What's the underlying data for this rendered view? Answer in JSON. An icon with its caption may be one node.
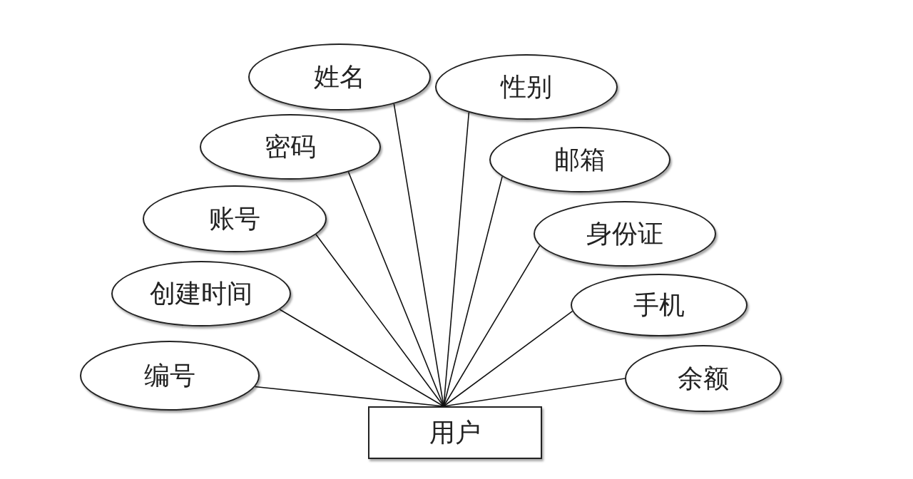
{
  "diagram": {
    "nodes": [
      {
        "text": [
          "姓名"
        ]
      },
      {
        "text": [
          "性别"
        ]
      },
      {
        "text": [
          "密码"
        ]
      },
      {
        "text": [
          "邮箱"
        ]
      },
      {
        "text": [
          "账号"
        ]
      },
      {
        "text": [
          "身份证"
        ]
      },
      {
        "text": [
          "创建时间"
        ]
      },
      {
        "text": [
          "手机"
        ]
      },
      {
        "text": [
          "编号"
        ]
      },
      {
        "text": [
          "余额"
        ]
      },
      {
        "text": [
          "用户"
        ]
      }
    ],
    "edges": [
      {
        "from": 10,
        "to": 0,
        "arrow": "none"
      },
      {
        "from": 10,
        "to": 1,
        "arrow": "none"
      },
      {
        "from": 10,
        "to": 2,
        "arrow": "none"
      },
      {
        "from": 10,
        "to": 3,
        "arrow": "none"
      },
      {
        "from": 10,
        "to": 4,
        "arrow": "none"
      },
      {
        "from": 10,
        "to": 5,
        "arrow": "none"
      },
      {
        "from": 10,
        "to": 6,
        "arrow": "none"
      },
      {
        "from": 10,
        "to": 7,
        "arrow": "none"
      },
      {
        "from": 10,
        "to": 8,
        "arrow": "none"
      },
      {
        "from": 10,
        "to": 9,
        "arrow": "none"
      }
    ]
  }
}
